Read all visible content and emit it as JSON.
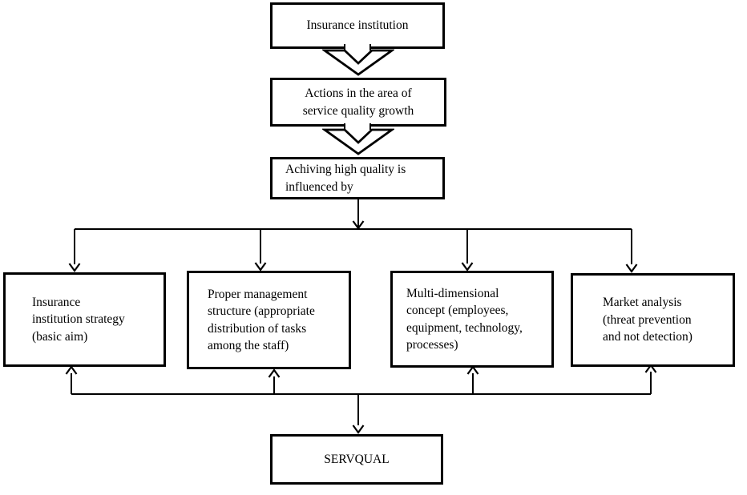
{
  "page": {
    "background_color": "#ffffff",
    "stroke_color": "#000000",
    "text_color": "#000000"
  },
  "diagram": {
    "title": "Insurance service quality flowchart",
    "nodes": {
      "insurance_institution": {
        "label": "Insurance institution",
        "lines": [
          "Insurance institution"
        ]
      },
      "actions": {
        "label": "Actions in the area of service quality growth",
        "lines": [
          "Actions in the area of",
          "service quality growth"
        ]
      },
      "achieving": {
        "label": "Achiving high quality is influenced by",
        "lines": [
          "Achiving high quality is",
          "influenced by"
        ]
      },
      "strategy": {
        "label": "Insurance institution strategy (basic aim)",
        "lines": [
          "Insurance",
          "institution strategy",
          "(basic aim)"
        ]
      },
      "management": {
        "label": "Proper management structure (appropriate distribution of tasks among the staff)",
        "lines": [
          "Proper management",
          "structure (appropriate",
          "distribution of tasks",
          "among the staff)"
        ]
      },
      "concept": {
        "label": "Multi-dimensional concept (employees, equipment, technology, processes)",
        "lines": [
          "Multi-dimensional",
          "concept (employees,",
          "equipment, technology,",
          "processes)"
        ]
      },
      "market": {
        "label": "Market analysis (threat prevention and not detection)",
        "lines": [
          "Market analysis",
          "(threat prevention",
          "and not detection)"
        ]
      },
      "servqual": {
        "label": "SERVQUAL",
        "lines": [
          "SERVQUAL"
        ]
      }
    },
    "edges": [
      {
        "from": "insurance_institution",
        "to": "actions",
        "type": "block-arrow-down"
      },
      {
        "from": "actions",
        "to": "achieving",
        "type": "block-arrow-down"
      },
      {
        "from": "achieving",
        "to": "strategy",
        "type": "arrow-down"
      },
      {
        "from": "achieving",
        "to": "management",
        "type": "arrow-down"
      },
      {
        "from": "achieving",
        "to": "concept",
        "type": "arrow-down"
      },
      {
        "from": "achieving",
        "to": "market",
        "type": "arrow-down"
      },
      {
        "from": "bottom-connector-line",
        "to": "strategy",
        "type": "arrow-up"
      },
      {
        "from": "bottom-connector-line",
        "to": "management",
        "type": "arrow-up"
      },
      {
        "from": "bottom-connector-line",
        "to": "concept",
        "type": "arrow-up"
      },
      {
        "from": "bottom-connector-line",
        "to": "market",
        "type": "arrow-up"
      },
      {
        "from": "bottom-connector-line",
        "to": "servqual",
        "type": "arrow-down"
      }
    ]
  }
}
